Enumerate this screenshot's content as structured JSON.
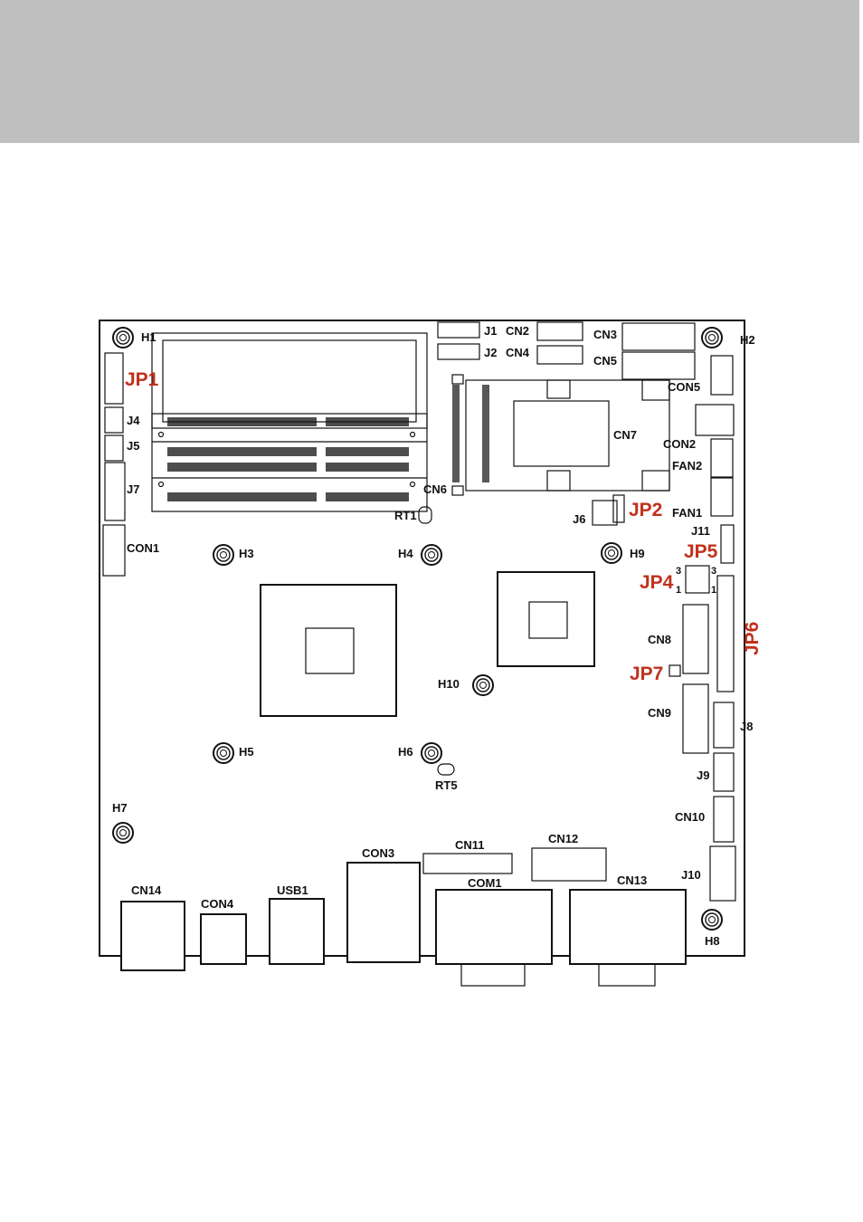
{
  "board": {
    "mounting_holes": [
      "H1",
      "H2",
      "H3",
      "H4",
      "H5",
      "H6",
      "H7",
      "H8",
      "H9",
      "H10"
    ],
    "connectors": {
      "J1": "J1",
      "J2": "J2",
      "CN2": "CN2",
      "CN4": "CN4",
      "CN3": "CN3",
      "CN5": "CN5",
      "CON5": "CON5",
      "CON2": "CON2",
      "FAN2": "FAN2",
      "FAN1": "FAN1",
      "CN7": "CN7",
      "CN6": "CN6",
      "J4": "J4",
      "J5": "J5",
      "J7": "J7",
      "CON1": "CON1",
      "RT1": "RT1",
      "J6": "J6",
      "J11": "J11",
      "CN8": "CN8",
      "CN9": "CN9",
      "J8": "J8",
      "J9": "J9",
      "CN10": "CN10",
      "J10": "J10",
      "RT5": "RT5",
      "CN11": "CN11",
      "CN12": "CN12",
      "CN13": "CN13",
      "COM1": "COM1",
      "CON3": "CON3",
      "USB1": "USB1",
      "CON4": "CON4",
      "CN14": "CN14"
    },
    "jumpers": {
      "JP1": "JP1",
      "JP2": "JP2",
      "JP4": "JP4",
      "JP5": "JP5",
      "JP6": "JP6",
      "JP7": "JP7"
    },
    "pin_marks": {
      "p3a": "3",
      "p3b": "3",
      "p1a": "1",
      "p1b": "1"
    },
    "colors": {
      "jumper_label": "#c0311c",
      "outline": "#111111",
      "banner": "#c0c0c0"
    }
  }
}
